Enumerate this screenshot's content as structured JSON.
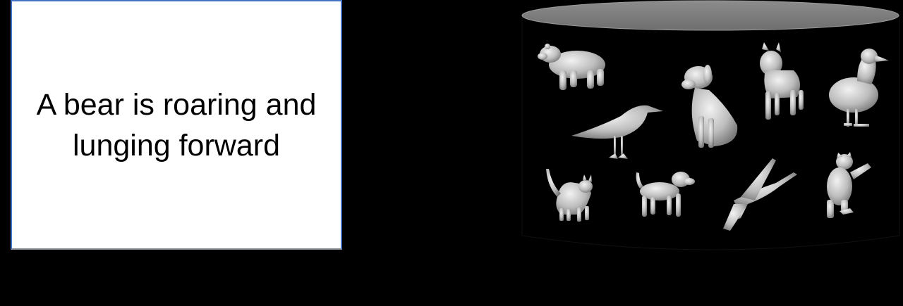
{
  "prompt": {
    "line1": "A bear is roaring and",
    "line2": "lunging forward"
  },
  "database": {
    "shape": "cylinder",
    "items": [
      "bear",
      "dog",
      "wolf",
      "duck",
      "crow",
      "cat",
      "puppy",
      "crane",
      "bear-standing"
    ]
  },
  "colors": {
    "background": "#000000",
    "box_fill": "#ffffff",
    "box_border": "#4472c4",
    "cylinder_top": "#808080",
    "cylinder_body": "#000000",
    "figure": "#c8c8c8"
  }
}
